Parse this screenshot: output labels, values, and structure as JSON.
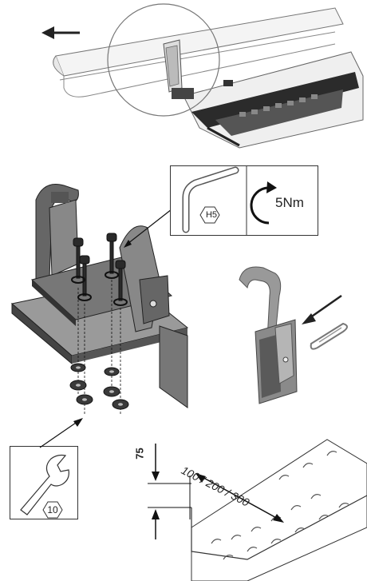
{
  "tool_box": {
    "hex_key_label": "H5",
    "torque_label": "5Nm"
  },
  "wrench_box": {
    "size_label": "10"
  },
  "tray": {
    "height_label": "75",
    "width_label": "100 / 200 / 300"
  },
  "icons": [
    "arrow-left-icon",
    "hex-key-icon",
    "torque-rotate-icon",
    "wrench-icon",
    "hex-nut-icon",
    "arrow-diagonal-icon"
  ]
}
